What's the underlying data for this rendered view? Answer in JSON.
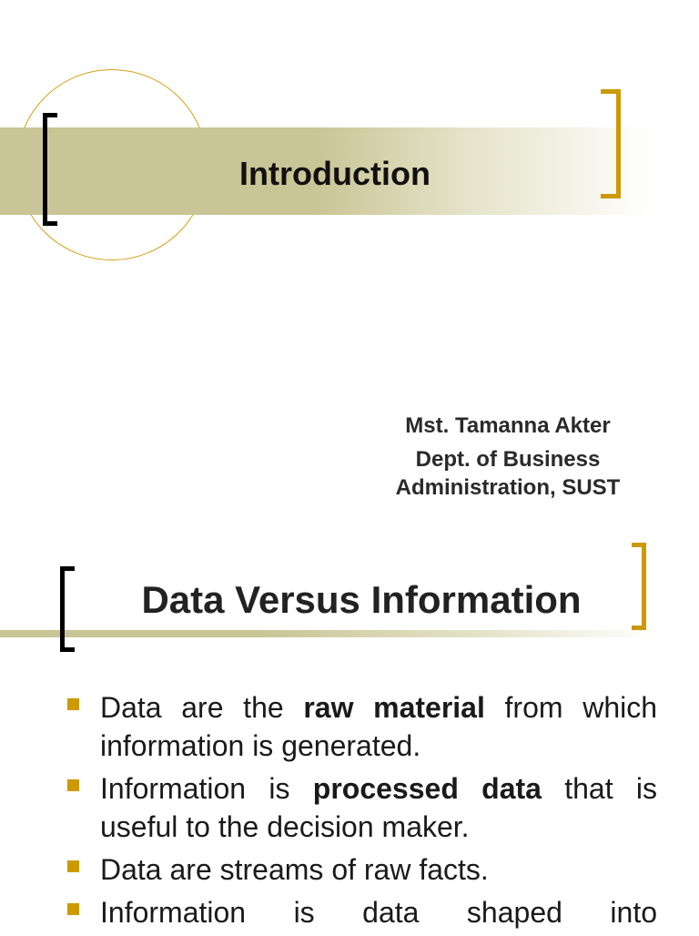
{
  "slide1": {
    "title": "Introduction",
    "author_name": "Mst. Tamanna Akter",
    "author_dept": "Dept. of Business Administration, SUST"
  },
  "slide2": {
    "title": "Data Versus Information",
    "bullets": [
      {
        "pre": "Data are the ",
        "bold": "raw material",
        "post": " from which information is generated."
      },
      {
        "pre": "Information is ",
        "bold": "processed data",
        "post": " that is useful to the decision maker."
      },
      {
        "pre": "Data are streams of raw facts.",
        "bold": "",
        "post": ""
      },
      {
        "pre": "Information is data shaped into",
        "bold": "",
        "post": ""
      }
    ]
  },
  "colors": {
    "accent_gold": "#cc9900",
    "band_olive": "#c9c596",
    "bracket_black": "#000000"
  }
}
